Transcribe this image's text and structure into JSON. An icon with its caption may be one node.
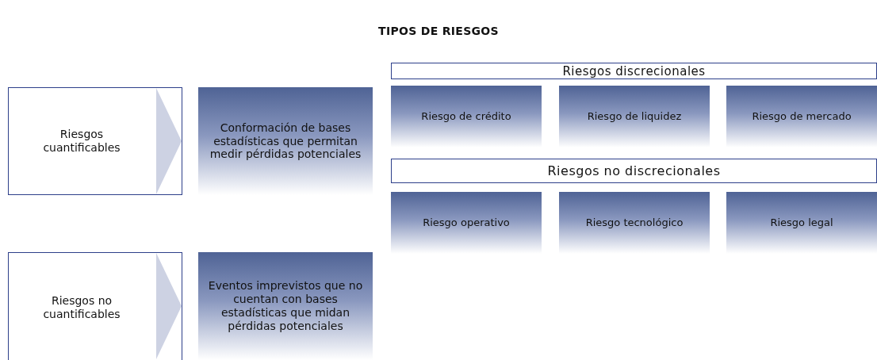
{
  "diagram": {
    "title": "TIPOS DE RIESGOS",
    "nodes": [
      {
        "text": [
          "Riesgos cuantificables"
        ]
      },
      {
        "text": [
          "Conformación de bases estadísticas que permitan medir pérdidas potenciales"
        ]
      },
      {
        "text": [
          "Riesgos no cuantificables"
        ]
      },
      {
        "text": [
          "Eventos imprevistos que no cuentan con bases estadísticas que midan pérdidas potenciales"
        ]
      },
      {
        "text": [
          "Riesgos discrecionales"
        ]
      },
      {
        "text": [
          "Riesgo de crédito"
        ]
      },
      {
        "text": [
          "Riesgo de liquidez"
        ]
      },
      {
        "text": [
          "Riesgo de mercado"
        ]
      },
      {
        "text": [
          "Riesgos no discrecionales"
        ]
      },
      {
        "text": [
          "Riesgo operativo"
        ]
      },
      {
        "text": [
          "Riesgo tecnológico"
        ]
      },
      {
        "text": [
          "Riesgo legal"
        ]
      }
    ],
    "edges": [
      {
        "from": 0,
        "to": 1,
        "arrow": "to"
      },
      {
        "from": 2,
        "to": 3,
        "arrow": "to"
      }
    ]
  }
}
